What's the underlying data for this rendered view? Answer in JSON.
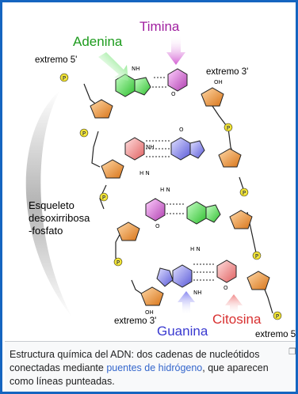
{
  "figure": {
    "labels": {
      "adenina": "Adenina",
      "timina": "Timina",
      "guanina": "Guanina",
      "citosina": "Citosina",
      "extremo5_top": "extremo 5'",
      "extremo3_top": "extremo 3'",
      "extremo3_bottom": "extremo 3'",
      "extremo5_bottom": "extremo 5",
      "backbone_1": "Esqueleto",
      "backbone_2": "desoxirribosa",
      "backbone_3": "-fosfato"
    },
    "atoms": {
      "nh2": "NH",
      "h2n": "H N",
      "oh": "OH",
      "o": "O",
      "n": "N",
      "h": "H",
      "p": "P"
    },
    "colors": {
      "adenina": "#4ddc4d",
      "timina": "#d35fd3",
      "guanina": "#8585f0",
      "citosina": "#f08a8a",
      "sugar": "#e8892f",
      "phosphate": "#f0e000",
      "frame": "#1565c0"
    }
  },
  "caption": {
    "before": "Estructura química del ADN: dos cadenas de nucleótidos conectadas mediante ",
    "link": "puentes de hidrógeno",
    "after": ", que aparecen como líneas punteadas.",
    "enlarge_icon": "enlarge-icon"
  }
}
